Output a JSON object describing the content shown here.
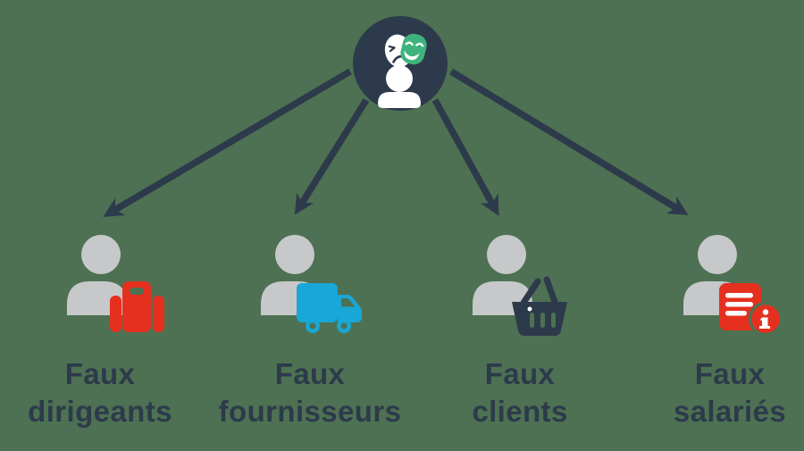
{
  "diagram": {
    "language": "fr",
    "topic": "fraud-impersonation-types"
  },
  "colors": {
    "background": "#4d7152",
    "navy": "#2d3a4b",
    "gray": "#c7c8ca",
    "red": "#e53020",
    "cyan": "#18a7d6",
    "green": "#3fb37d",
    "white": "#ffffff"
  },
  "center_node": {
    "icon": "impersonator-masks-icon",
    "circle_color": "#2d3a4b",
    "mask_happy_color": "#3fb37d",
    "mask_sad_color": "#ffffff"
  },
  "nodes": [
    {
      "id": "faux-dirigeants",
      "label_line1": "Faux",
      "label_line2": "dirigeants",
      "icon": "suitcase-icon",
      "icon_color": "#e53020"
    },
    {
      "id": "faux-fournisseurs",
      "label_line1": "Faux",
      "label_line2": "fournisseurs",
      "icon": "delivery-truck-icon",
      "icon_color": "#18a7d6"
    },
    {
      "id": "faux-clients",
      "label_line1": "Faux",
      "label_line2": "clients",
      "icon": "shopping-basket-icon",
      "icon_color": "#2d3a4b"
    },
    {
      "id": "faux-salaries",
      "label_line1": "Faux",
      "label_line2": "salariés",
      "icon": "document-info-icon",
      "icon_color": "#e53020"
    }
  ]
}
